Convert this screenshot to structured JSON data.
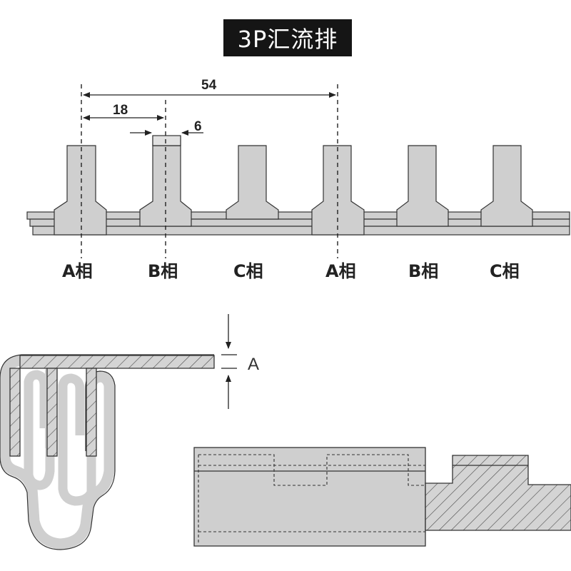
{
  "title": "3P汇流排",
  "dimensions": {
    "span_54": "54",
    "span_18": "18",
    "width_6": "6"
  },
  "phases": [
    "A相",
    "B相",
    "C相",
    "A相",
    "B相",
    "C相"
  ],
  "thickness_label": "A",
  "colors": {
    "fill": "#cfcfcf",
    "stroke": "#333333",
    "title_bg": "#151515"
  }
}
